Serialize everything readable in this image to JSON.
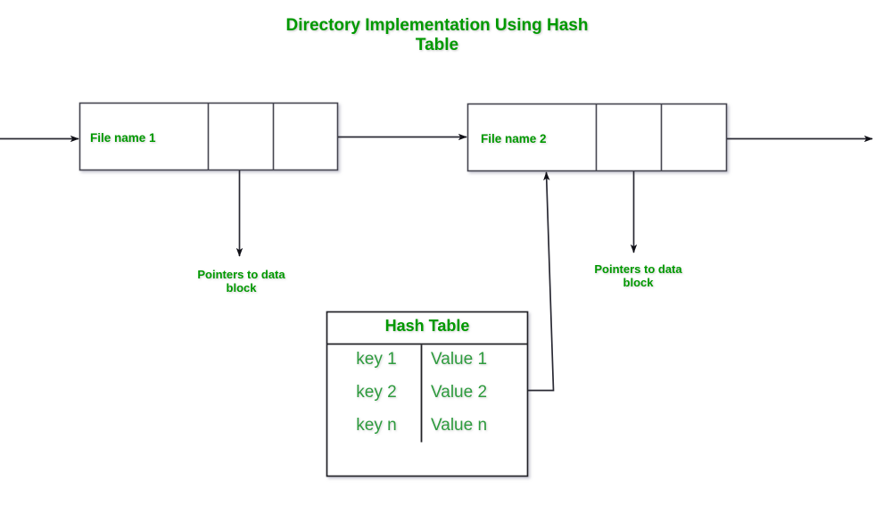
{
  "page": {
    "title": "Directory Implementation Using Hash\nTable",
    "accent_green": "#009900",
    "table_text_green": "#2e9b3e",
    "line_color": "#3f3f4f",
    "background": "#ffffff"
  },
  "directory_entries": [
    {
      "name": "file-entry-1",
      "file_name": "File name 1",
      "pointer_label": "Pointers to data\nblock",
      "cells": [
        "File name 1",
        "",
        ""
      ]
    },
    {
      "name": "file-entry-2",
      "file_name": "File name 2",
      "pointer_label": "Pointers to data\nblock",
      "cells": [
        "File name 2",
        "",
        ""
      ]
    }
  ],
  "hash_table": {
    "title": "Hash Table",
    "columns": [
      "key",
      "value"
    ],
    "rows": [
      {
        "key": "key 1",
        "value": "Value 1"
      },
      {
        "key": "key 2",
        "value": "Value 2"
      },
      {
        "key": "key n",
        "value": "Value n"
      }
    ]
  },
  "connectors": [
    {
      "name": "inbound-arrow",
      "from": "left-edge",
      "to": "file-entry-1"
    },
    {
      "name": "entry1-to-entry2-arrow",
      "from": "file-entry-1",
      "to": "file-entry-2"
    },
    {
      "name": "entry2-outbound-arrow",
      "from": "file-entry-2",
      "to": "right-edge"
    },
    {
      "name": "entry1-data-pointer-arrow",
      "from": "file-entry-1",
      "to": "pointer-label-1"
    },
    {
      "name": "entry2-data-pointer-arrow",
      "from": "file-entry-2",
      "to": "pointer-label-2"
    },
    {
      "name": "hash-table-to-entry2-arrow",
      "from": "hash-table",
      "to": "file-entry-2"
    }
  ]
}
